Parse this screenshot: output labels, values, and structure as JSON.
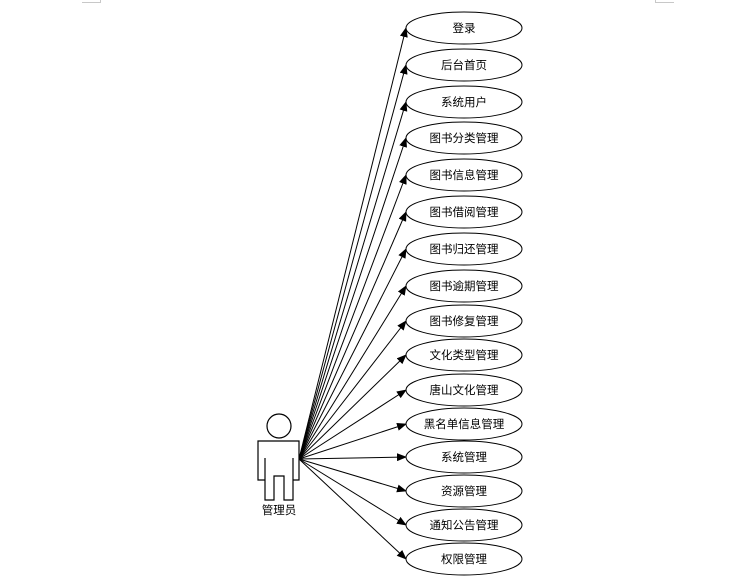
{
  "diagram": {
    "actor": {
      "name": "管理员"
    },
    "use_cases": [
      "登录",
      "后台首页",
      "系统用户",
      "图书分类管理",
      "图书信息管理",
      "图书借阅管理",
      "图书归还管理",
      "图书逾期管理",
      "图书修复管理",
      "文化类型管理",
      "唐山文化管理",
      "黑名单信息管理",
      "系统管理",
      "资源管理",
      "通知公告管理",
      "权限管理"
    ],
    "colors": {
      "stroke": "#000000",
      "fill": "#ffffff"
    }
  }
}
